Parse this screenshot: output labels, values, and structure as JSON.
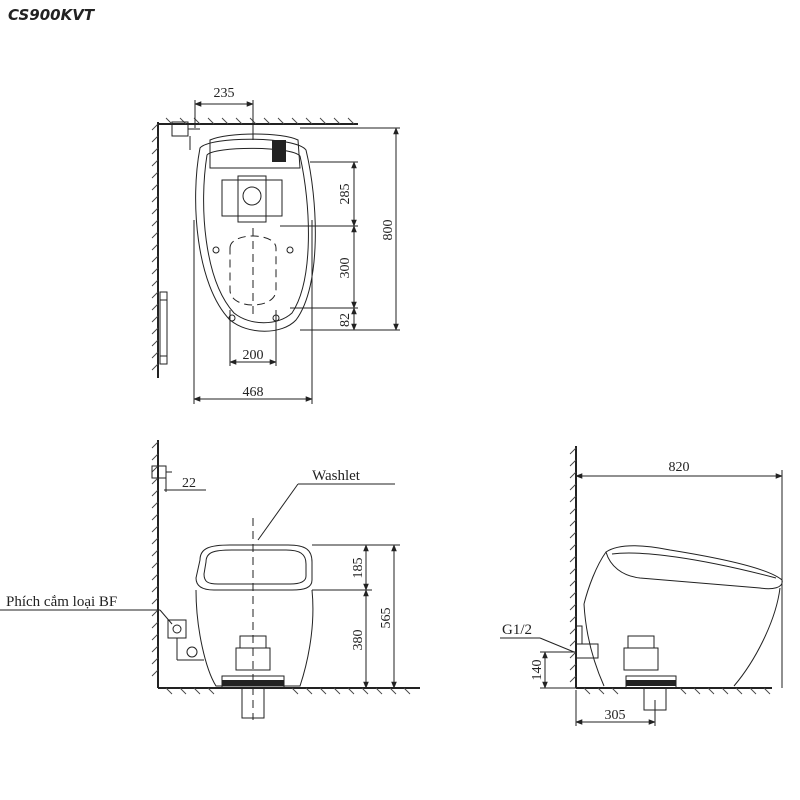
{
  "title": "CS900KVT",
  "top_view": {
    "dim_width_top": "235",
    "dim_depth_total": "800",
    "dim_285": "285",
    "dim_300": "300",
    "dim_82": "82",
    "dim_200": "200",
    "dim_width_total": "468"
  },
  "front_view": {
    "dim_22": "22",
    "washlet_label": "Washlet",
    "plug_label": "Phích cắm loại BF",
    "dim_185": "185",
    "dim_380": "380",
    "dim_565": "565"
  },
  "side_view": {
    "dim_820": "820",
    "g12_label": "G1/2",
    "dim_140": "140",
    "dim_305": "305"
  }
}
